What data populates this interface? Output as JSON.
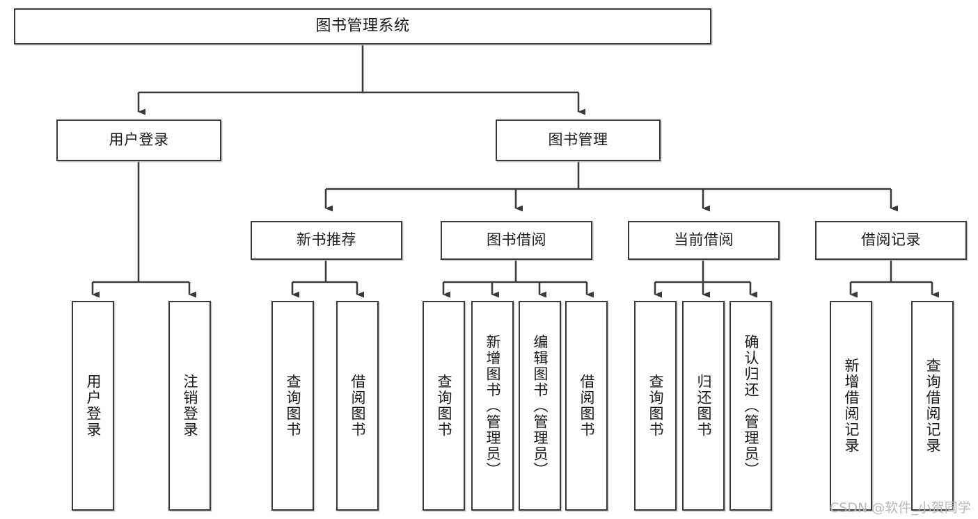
{
  "diagram": {
    "title": "图书管理系统",
    "watermark": "CSDN @软件_小贺同学",
    "line_color": "#3a3a3a",
    "box_border_color": "#3a3a3a",
    "box_fill": "#ffffff",
    "text_color": "#1a1a1a",
    "watermark_color": "#b9b9b9"
  },
  "nodes": {
    "root": {
      "label": "图书管理系统"
    },
    "level2": [
      {
        "id": "user-login",
        "label": "用户登录"
      },
      {
        "id": "book-manage",
        "label": "图书管理"
      }
    ],
    "level3": [
      {
        "id": "new-book-recommend",
        "label": "新书推荐"
      },
      {
        "id": "book-borrow",
        "label": "图书借阅"
      },
      {
        "id": "current-borrow",
        "label": "当前借阅"
      },
      {
        "id": "borrow-record",
        "label": "借阅记录"
      }
    ],
    "leaves": [
      {
        "id": "leaf-user-login",
        "label": "用户登录",
        "parent": "user-login"
      },
      {
        "id": "leaf-logout",
        "label": "注销登录",
        "parent": "user-login"
      },
      {
        "id": "leaf-query-book-1",
        "label": "查询图书",
        "parent": "new-book-recommend"
      },
      {
        "id": "leaf-borrow-book-1",
        "label": "借阅图书",
        "parent": "new-book-recommend"
      },
      {
        "id": "leaf-query-book-2",
        "label": "查询图书",
        "parent": "book-borrow"
      },
      {
        "id": "leaf-add-book",
        "label": "新增图书（管理员）",
        "parent": "book-borrow"
      },
      {
        "id": "leaf-edit-book",
        "label": "编辑图书（管理员）",
        "parent": "book-borrow"
      },
      {
        "id": "leaf-borrow-book-2",
        "label": "借阅图书",
        "parent": "book-borrow"
      },
      {
        "id": "leaf-query-book-3",
        "label": "查询图书",
        "parent": "current-borrow"
      },
      {
        "id": "leaf-return-book",
        "label": "归还图书",
        "parent": "current-borrow"
      },
      {
        "id": "leaf-confirm-return",
        "label": "确认归还（管理员）",
        "parent": "current-borrow"
      },
      {
        "id": "leaf-add-record",
        "label": "新增借阅记录",
        "parent": "borrow-record"
      },
      {
        "id": "leaf-query-record",
        "label": "查询借阅记录",
        "parent": "borrow-record"
      }
    ]
  }
}
